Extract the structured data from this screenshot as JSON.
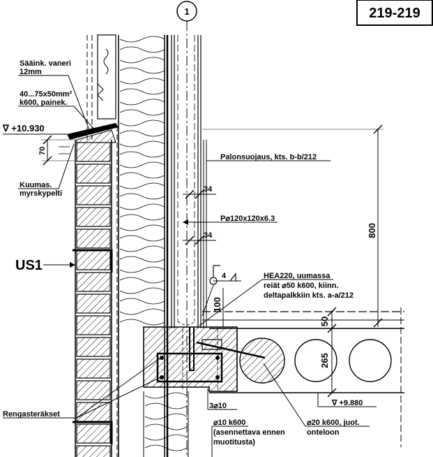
{
  "sheet_id": "219-219",
  "grid_marker": "1",
  "labels": {
    "vaneri_l1": "Sääink. vaneri",
    "vaneri_l2": "12mm",
    "batten_l1": "40...75x50mm²",
    "batten_l2": "k600, painek.",
    "level_top": "∇ +10.930",
    "dim_70": "70",
    "kuumas_l1": "Kuumas.",
    "kuumas_l2": "myrskypelti",
    "palonsuojaus": "Palonsuojaus, kts. b-b/212",
    "dim_34a": "34",
    "column": "P⌀120x120x6.3",
    "dim_34b": "34",
    "dim_800": "800",
    "us1": "US1",
    "weld": "4",
    "hea_l1": "HEA220, uumassa",
    "hea_l2": "reiät ⌀50 k600, kiinn.",
    "hea_l3": "deltapalkkiin kts. a-a/212",
    "dim_100": "100",
    "dim_50": "50",
    "dim_265": "265",
    "level_bottom": "∇ +9.880",
    "rengas": "Rengasteräkset",
    "bars": "3⌀10",
    "stirrup_l1": "⌀10 k600",
    "stirrup_l2": "(asennettava ennen",
    "stirrup_l3": "muotitusta)",
    "grout_l1": "⌀20 k600, juot.",
    "grout_l2": "onteloon"
  }
}
